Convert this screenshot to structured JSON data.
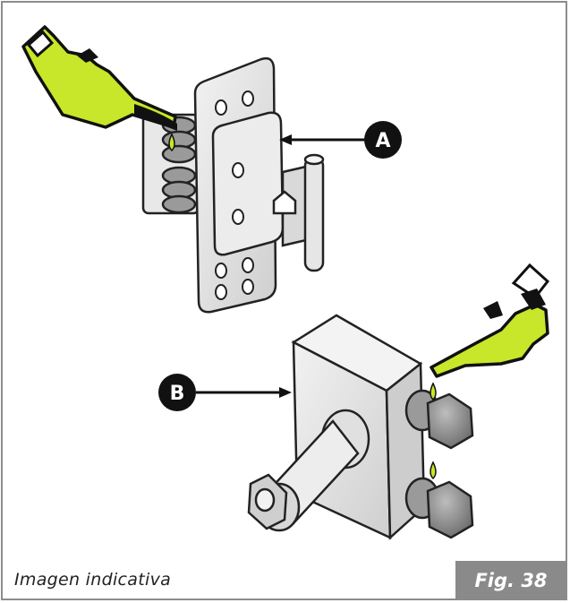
{
  "caption": "Imagen indicativa",
  "figure_label": "Fig. 38",
  "callouts": {
    "a": "A",
    "b": "B"
  },
  "colors": {
    "oil_can": "#c8e62a",
    "frame_border": "#8c8c8c",
    "fig_tag": "#8a8a8a",
    "callout_bg": "#111111"
  }
}
